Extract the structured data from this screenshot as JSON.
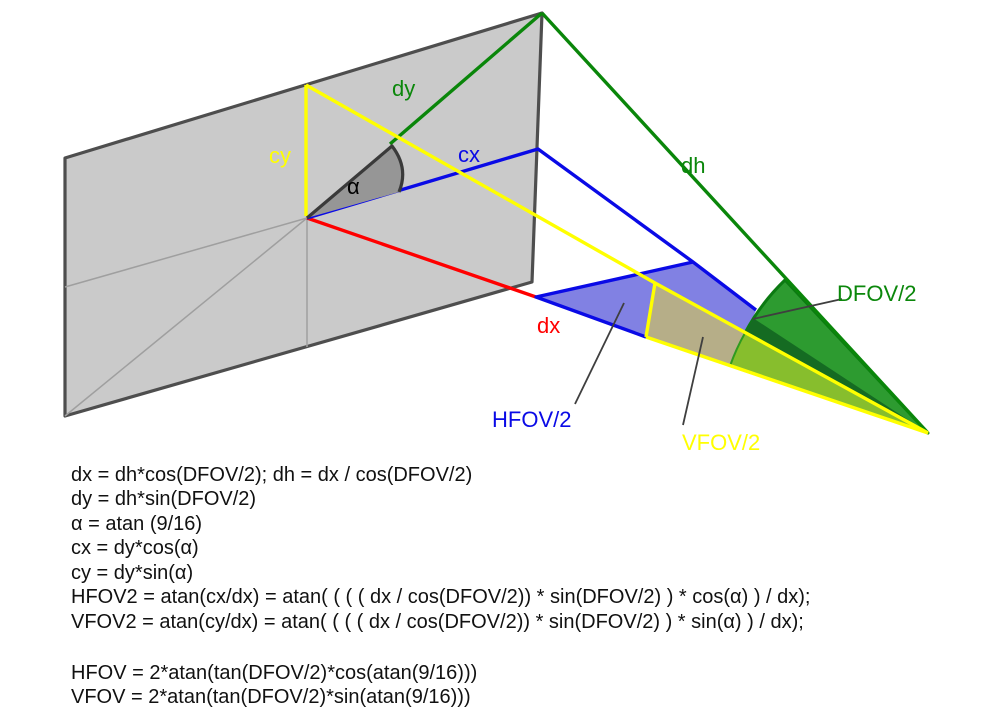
{
  "figure": {
    "labels": {
      "dy": "dy",
      "cy": "cy",
      "cx": "cx",
      "dh": "dh",
      "dx": "dx",
      "alpha": "α",
      "hfov": "HFOV/2",
      "vfov": "VFOV/2",
      "dfov": "DFOV/2"
    },
    "label_colors": {
      "green": "#0b870b",
      "yellow": "#ffff00",
      "blue": "#0a0ae6",
      "red": "#ff0000",
      "black": "#000000"
    },
    "region_colors": {
      "screen_fill": "#cacaca",
      "screen_border": "#4e4e4e",
      "hfov_region_fill": "#8181e3",
      "vfov_region_fill": "#b6ae88",
      "dfov_cone_fill": "#2d9b30",
      "dfov_cone_dark": "#156b22",
      "vfov_cone_fill": "#87be2d",
      "alpha_wedge_fill": "#969696"
    },
    "formulas": [
      "dx = dh*cos(DFOV/2); dh = dx / cos(DFOV/2)",
      "dy = dh*sin(DFOV/2)",
      "α = atan (9/16)",
      "cx = dy*cos(α)",
      "cy = dy*sin(α)",
      "HFOV2 = atan(cx/dx) = atan( ( ( ( dx / cos(DFOV/2)) * sin(DFOV/2) ) * cos(α) ) / dx);",
      "VFOV2 = atan(cy/dx) = atan( ( ( ( dx / cos(DFOV/2)) * sin(DFOV/2) ) * sin(α) ) / dx);",
      "HFOV = 2*atan(tan(DFOV/2)*cos(atan(9/16)))",
      "VFOV = 2*atan(tan(DFOV/2)*sin(atan(9/16)))"
    ]
  }
}
